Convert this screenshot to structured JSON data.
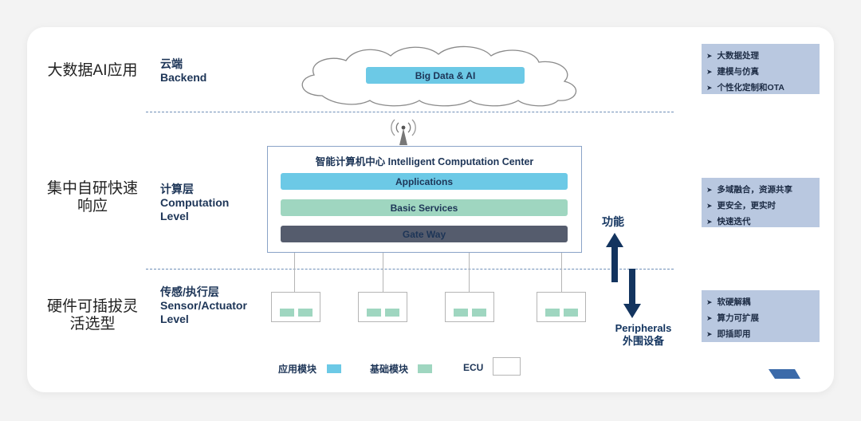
{
  "left_titles": {
    "top": "大数据AI应用",
    "middle": "集中自研快速响应",
    "bottom": "硬件可插拔灵活选型"
  },
  "layers": {
    "cloud": {
      "cn": "云端",
      "en": "Backend"
    },
    "compute": {
      "cn": "计算层",
      "en1": "Computation",
      "en2": "Level"
    },
    "sensor": {
      "cn": "传感/执行层",
      "en1": "Sensor/Actuator",
      "en2": "Level"
    }
  },
  "cloud_bar": "Big Data & AI",
  "center": {
    "title": "智能计算机中心 Intelligent Computation Center",
    "applications": "Applications",
    "basic_services": "Basic Services",
    "gateway": "Gate Way"
  },
  "arrows": {
    "up_label": "功能",
    "down_label_en": "Peripherals",
    "down_label_cn": "外围设备"
  },
  "side_boxes": {
    "top": [
      "大数据处理",
      "建模与仿真",
      "个性化定制和OTA"
    ],
    "middle": [
      "多域融合，资源共享",
      "更安全，更实时",
      "快速迭代"
    ],
    "bottom": [
      "软硬解耦",
      "算力可扩展",
      "即插即用"
    ]
  },
  "bullet_glyph": "➤",
  "legend": {
    "app_module": "应用模块",
    "base_module": "基础模块",
    "ecu": "ECU"
  },
  "colors": {
    "applications": "#6cc9e6",
    "basic_services": "#9fd6c0",
    "gateway": "#555c6d",
    "navy": "#13345f",
    "side_box": "#b9c8e0"
  }
}
